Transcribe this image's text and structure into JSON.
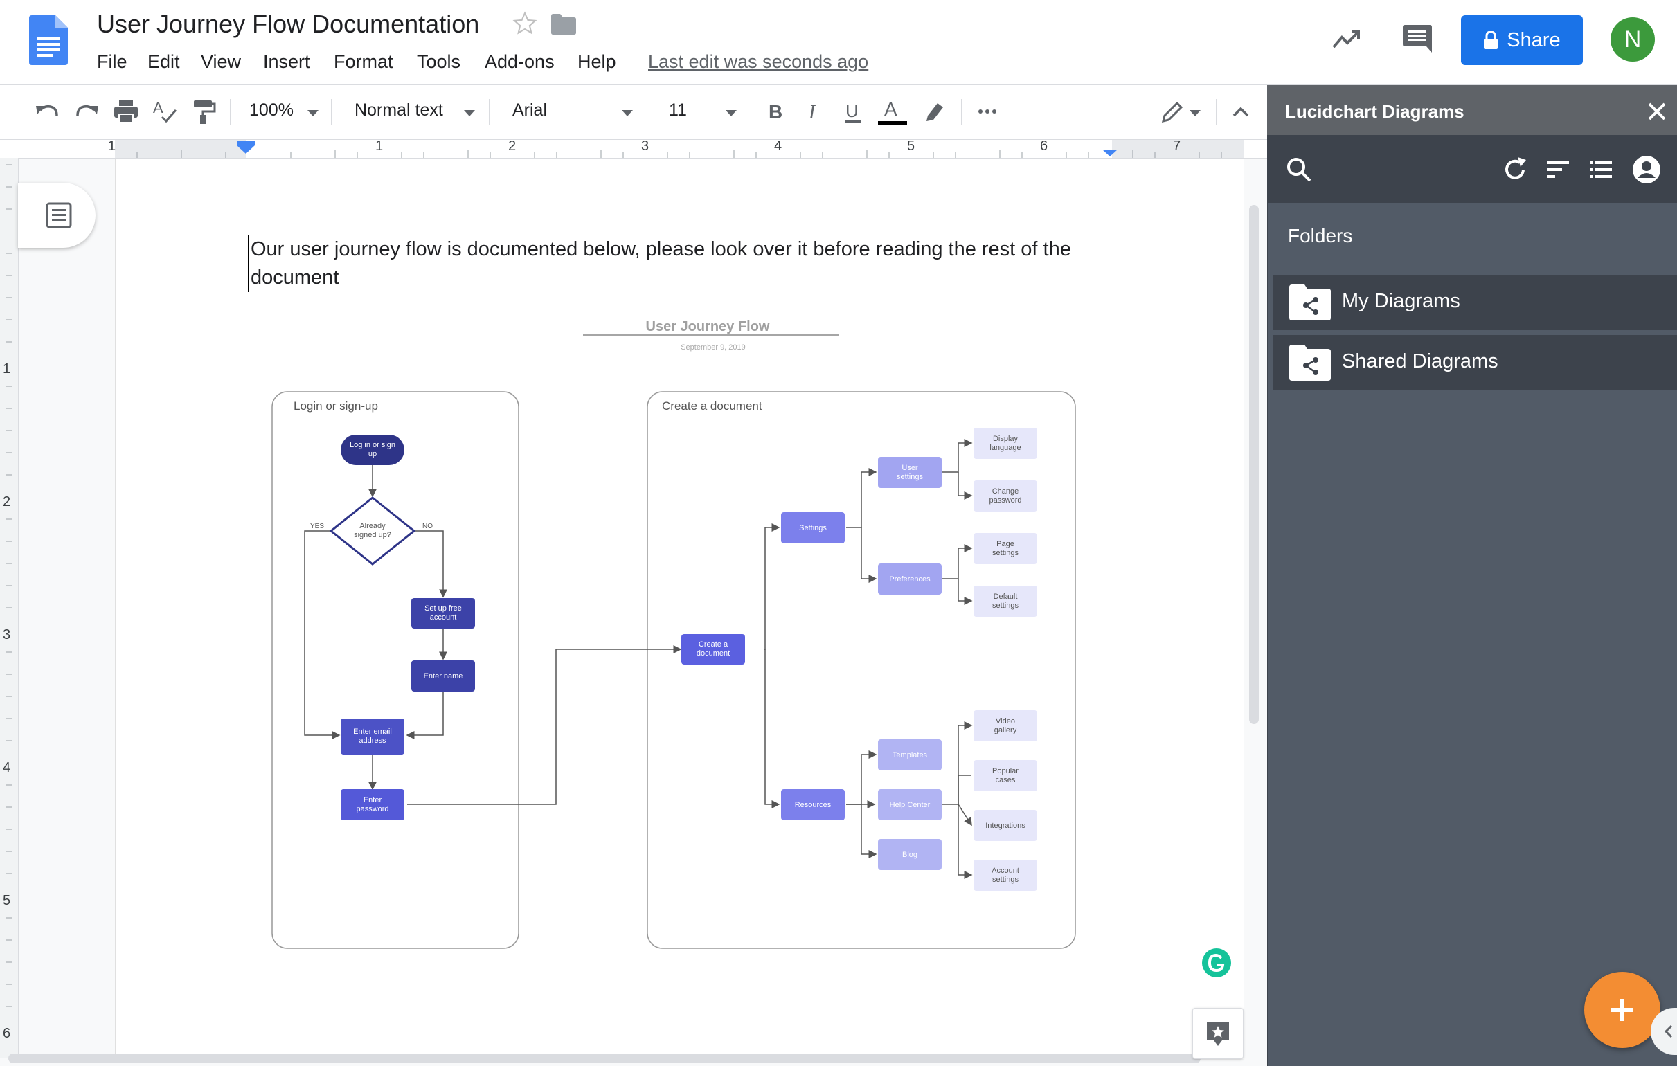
{
  "document": {
    "title": "User Journey Flow Documentation",
    "last_edit": "Last edit was seconds ago",
    "body_text": "Our user journey flow is documented below, please look over it before reading the rest of the document"
  },
  "menu": [
    "File",
    "Edit",
    "View",
    "Insert",
    "Format",
    "Tools",
    "Add-ons",
    "Help"
  ],
  "header": {
    "share_label": "Share",
    "avatar_letter": "N"
  },
  "toolbar": {
    "zoom": "100%",
    "style": "Normal text",
    "font": "Arial",
    "font_size": "11"
  },
  "ruler": {
    "marks": [
      "1",
      "1",
      "2",
      "3",
      "4",
      "5",
      "6",
      "7"
    ]
  },
  "vruler": {
    "marks": [
      "1",
      "2",
      "3",
      "4",
      "5",
      "6"
    ]
  },
  "diagram": {
    "title": "User Journey Flow",
    "date": "September 9, 2019",
    "lanes": {
      "login": "Login or sign-up",
      "create": "Create a document"
    },
    "nodes": {
      "login": "Log in or sign up",
      "already": "Already signed up?",
      "setup": "Set up free account",
      "name": "Enter name",
      "email": "Enter email address",
      "password": "Enter password",
      "create": "Create a document",
      "settings": "Settings",
      "resources": "Resources",
      "user_settings": "User settings",
      "preferences": "Preferences",
      "display_language": "Display language",
      "change_password": "Change password",
      "page_settings": "Page settings",
      "default_settings": "Default settings",
      "templates": "Templates",
      "help_center": "Help Center",
      "blog": "Blog",
      "video_gallery": "Video gallery",
      "popular_cases": "Popular cases",
      "integrations": "Integrations",
      "account_settings": "Account settings"
    },
    "yes": "YES",
    "no": "NO"
  },
  "sidepanel": {
    "title": "Lucidchart Diagrams",
    "folders_label": "Folders",
    "folders": [
      "My Diagrams",
      "Shared Diagrams"
    ]
  },
  "colors": {
    "share_blue": "#1a73e8",
    "panel_bg": "#525b67",
    "fab_orange": "#f38d33",
    "node_dark": "#2e3488",
    "node_mid": "#5459d8",
    "node_light": "#b1b4f3"
  }
}
